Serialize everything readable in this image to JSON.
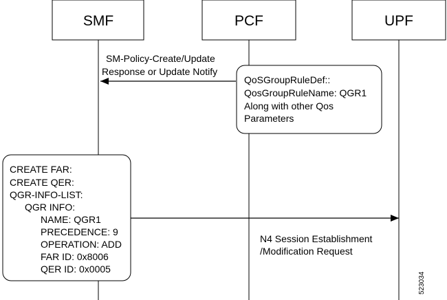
{
  "entities": [
    {
      "id": "smf",
      "label": "SMF"
    },
    {
      "id": "pcf",
      "label": "PCF"
    },
    {
      "id": "upf",
      "label": "UPF"
    }
  ],
  "messages": [
    {
      "from": "pcf",
      "to": "smf",
      "lines": [
        "SM-Policy-Create/Update",
        "Response or Update Notify"
      ]
    },
    {
      "from": "smf",
      "to": "upf",
      "lines": [
        "N4 Session Establishment",
        "/Modification Request"
      ]
    }
  ],
  "notes": {
    "pcf_note": {
      "lines": [
        "QoSGroupRuleDef::",
        "QosGroupRuleName: QGR1",
        "Along with other Qos",
        "Parameters"
      ]
    },
    "smf_note": {
      "lines": [
        "CREATE FAR:",
        "CREATE QER:",
        "QGR-INFO-LIST:",
        "QGR INFO:",
        "NAME: QGR1",
        "PRECEDENCE: 9",
        "OPERATION: ADD",
        "FAR ID: 0x8006",
        "QER ID: 0x0005"
      ]
    }
  },
  "figure_id": "523034"
}
